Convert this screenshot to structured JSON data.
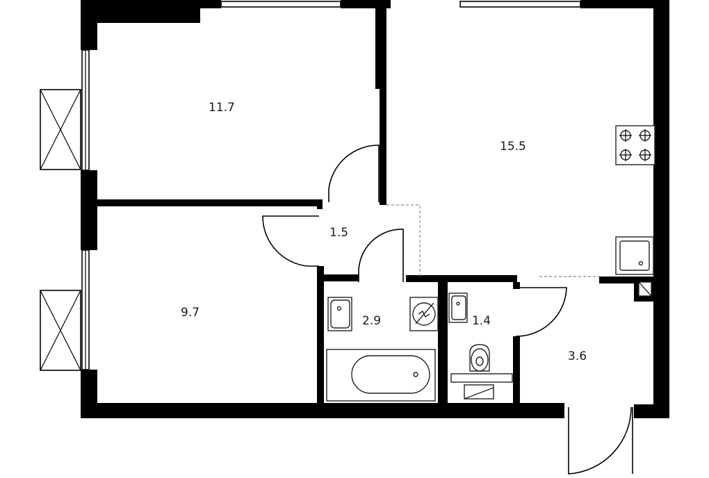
{
  "rooms": [
    {
      "id": "bedroom-top",
      "area": "11.7"
    },
    {
      "id": "living-kitchen",
      "area": "15.5"
    },
    {
      "id": "corridor",
      "area": "1.5"
    },
    {
      "id": "bedroom-bottom",
      "area": "9.7"
    },
    {
      "id": "bathroom",
      "area": "2.9"
    },
    {
      "id": "toilet",
      "area": "1.4"
    },
    {
      "id": "hallway",
      "area": "3.6"
    }
  ]
}
